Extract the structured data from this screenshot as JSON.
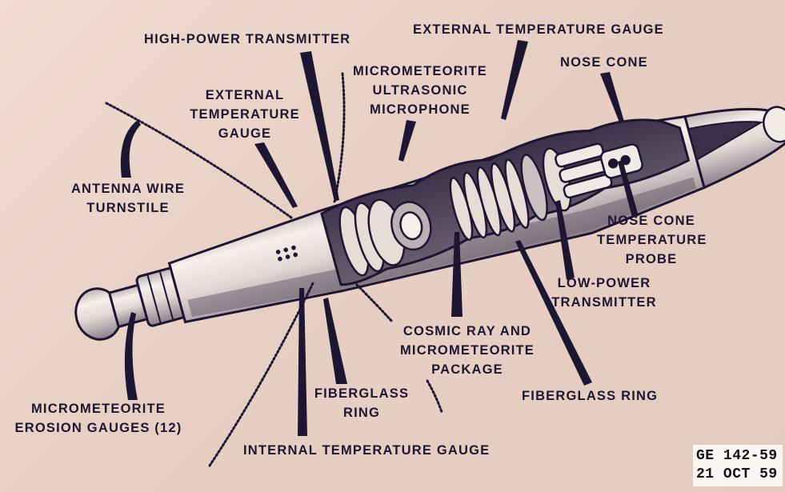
{
  "labels": {
    "high_power_transmitter": "HIGH-POWER TRANSMITTER",
    "external_temp_gauge_top": "EXTERNAL TEMPERATURE GAUGE",
    "nose_cone": "NOSE CONE",
    "external_temp_gauge_left": [
      "EXTERNAL",
      "TEMPERATURE",
      "GAUGE"
    ],
    "micrometeorite_microphone": [
      "MICROMETEORITE",
      "ULTRASONIC",
      "MICROPHONE"
    ],
    "antenna_wire": [
      "ANTENNA WIRE",
      "TURNSTILE"
    ],
    "nose_cone_probe": [
      "NOSE CONE",
      "TEMPERATURE",
      "PROBE"
    ],
    "low_power_transmitter": [
      "LOW-POWER",
      "TRANSMITTER"
    ],
    "cosmic_ray_package": [
      "COSMIC RAY AND",
      "MICROMETEORITE",
      "PACKAGE"
    ],
    "fiberglass_ring_center": [
      "FIBERGLASS",
      "RING"
    ],
    "fiberglass_ring_right": "FIBERGLASS RING",
    "erosion_gauges": [
      "MICROMETEORITE",
      "EROSION GAUGES (12)"
    ],
    "internal_temp_gauge": "INTERNAL TEMPERATURE GAUGE"
  },
  "stamp": {
    "line1": "GE 142-59",
    "line2": "21 OCT 59"
  },
  "colors": {
    "ink": "#1c1632",
    "background": "#ead4c9",
    "body_highlight": "#f4ece8"
  }
}
